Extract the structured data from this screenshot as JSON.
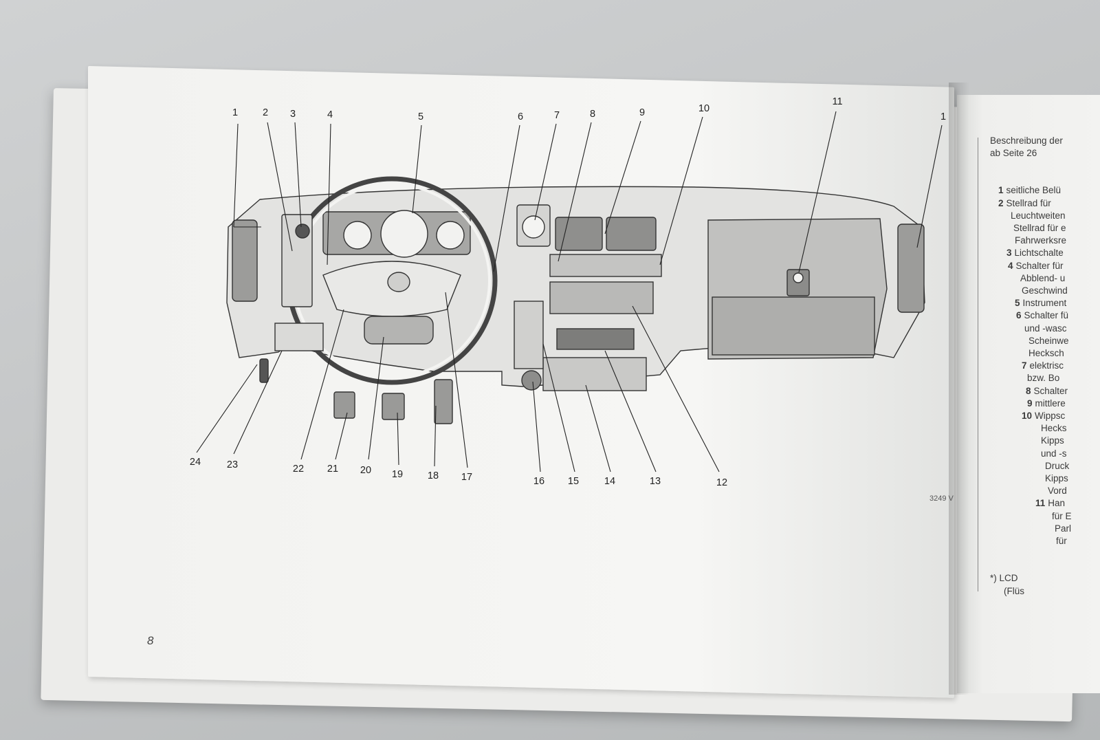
{
  "page": {
    "page_number": "8",
    "figure_code": "3249 V"
  },
  "callouts_top": [
    "1",
    "2",
    "3",
    "4",
    "5",
    "6",
    "7",
    "8",
    "9",
    "10",
    "11",
    "1"
  ],
  "callouts_bottom": [
    "24",
    "23",
    "22",
    "21",
    "20",
    "19",
    "18",
    "17",
    "16",
    "15",
    "14",
    "13",
    "12"
  ],
  "legend": {
    "header_line1": "Beschreibung der",
    "header_line2": "ab Seite 26",
    "items": [
      {
        "num": "1",
        "text": "seitliche Belü"
      },
      {
        "num": "2",
        "text": "Stellrad für"
      },
      {
        "num": "",
        "text": "Leuchtweiten"
      },
      {
        "num": "",
        "text": "Stellrad für e"
      },
      {
        "num": "",
        "text": "Fahrwerksre"
      },
      {
        "num": "3",
        "text": "Lichtschalte"
      },
      {
        "num": "4",
        "text": "Schalter für"
      },
      {
        "num": "",
        "text": "Abblend- u"
      },
      {
        "num": "",
        "text": "Geschwind"
      },
      {
        "num": "5",
        "text": "Instrument"
      },
      {
        "num": "6",
        "text": "Schalter fü"
      },
      {
        "num": "",
        "text": "und -wasc"
      },
      {
        "num": "",
        "text": "Scheinwe"
      },
      {
        "num": "",
        "text": "Hecksch"
      },
      {
        "num": "7",
        "text": "elektrisc"
      },
      {
        "num": "",
        "text": "bzw. Bo"
      },
      {
        "num": "8",
        "text": "Schalter"
      },
      {
        "num": "9",
        "text": "mittlere"
      },
      {
        "num": "10",
        "text": "Wippsc"
      },
      {
        "num": "",
        "text": "Hecks"
      },
      {
        "num": "",
        "text": "Kipps"
      },
      {
        "num": "",
        "text": "und -s"
      },
      {
        "num": "",
        "text": "Druck"
      },
      {
        "num": "",
        "text": "Kipps"
      },
      {
        "num": "",
        "text": "Vord"
      },
      {
        "num": "11",
        "text": "Han"
      },
      {
        "num": "",
        "text": "für E"
      },
      {
        "num": "",
        "text": "Parl"
      },
      {
        "num": "",
        "text": "für"
      }
    ],
    "footnote_line1": "*) LCD",
    "footnote_line2": "(Flüs"
  },
  "colors": {
    "paper": "#f4f4f2",
    "ink": "#222222",
    "shade_light": "#d9d9d7",
    "shade_mid": "#a9a9a7",
    "shade_dark": "#6d6d6b"
  }
}
